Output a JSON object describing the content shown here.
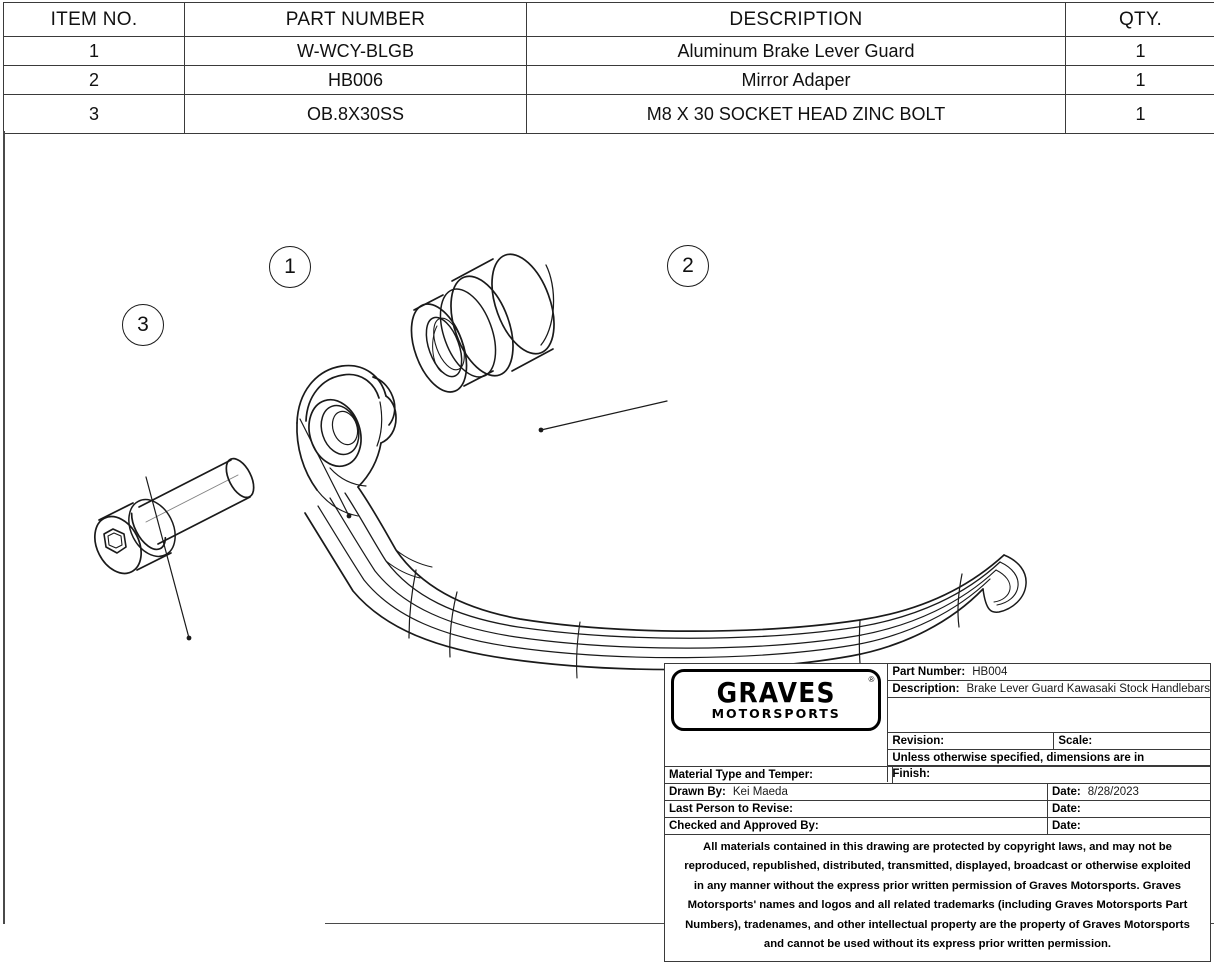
{
  "bom": {
    "headers": [
      "ITEM NO.",
      "PART NUMBER",
      "DESCRIPTION",
      "QTY."
    ],
    "rows": [
      {
        "item": "1",
        "part_number": "W-WCY-BLGB",
        "description": "Aluminum Brake Lever Guard",
        "qty": "1"
      },
      {
        "item": "2",
        "part_number": "HB006",
        "description": "Mirror Adaper",
        "qty": "1"
      },
      {
        "item": "3",
        "part_number": "OB.8X30SS",
        "description": "M8 X 30 SOCKET HEAD ZINC BOLT",
        "qty": "1"
      }
    ]
  },
  "balloons": [
    {
      "number": "1",
      "refers_to": "Aluminum Brake Lever Guard"
    },
    {
      "number": "2",
      "refers_to": "Mirror Adaper"
    },
    {
      "number": "3",
      "refers_to": "M8 X 30 SOCKET HEAD ZINC BOLT"
    }
  ],
  "title_block": {
    "logo": {
      "brand": "GRAVES",
      "subtitle": "MOTORSPORTS",
      "registered_mark": "®"
    },
    "part_number_label": "Part Number:",
    "part_number_value": "HB004",
    "description_label": "Description:",
    "description_value": "Brake Lever Guard Kawasaki Stock Handlebars",
    "revision_label": "Revision:",
    "revision_value": "",
    "scale_label": "Scale:",
    "scale_value": "",
    "units_note": "Unless otherwise specified, dimensions are in",
    "material_label": "Material Type and Temper:",
    "material_value": "",
    "finish_label": "Finish:",
    "finish_value": "",
    "drawn_by_label": "Drawn By:",
    "drawn_by_value": "Kei Maeda",
    "drawn_date_label": "Date:",
    "drawn_date_value": "8/28/2023",
    "last_revised_label": "Last Person to Revise:",
    "last_revised_value": "",
    "last_revised_date_label": "Date:",
    "last_revised_date_value": "",
    "checked_label": "Checked and Approved By:",
    "checked_value": "",
    "checked_date_label": "Date:",
    "checked_date_value": "",
    "copyright": "All materials contained in this drawing are protected by copyright laws, and may not be reproduced, republished, distributed, transmitted, displayed, broadcast or otherwise exploited in any manner without the express prior written permission of Graves Motorsports. Graves Motorsports' names and logos and all related trademarks (including Graves Motorsports Part Numbers), tradenames, and other intellectual property are the property of Graves Motorsports and cannot be used without its express prior written permission."
  },
  "colors": {
    "line": "#1a1a1a",
    "border": "#3a3a3a",
    "background": "#ffffff"
  }
}
